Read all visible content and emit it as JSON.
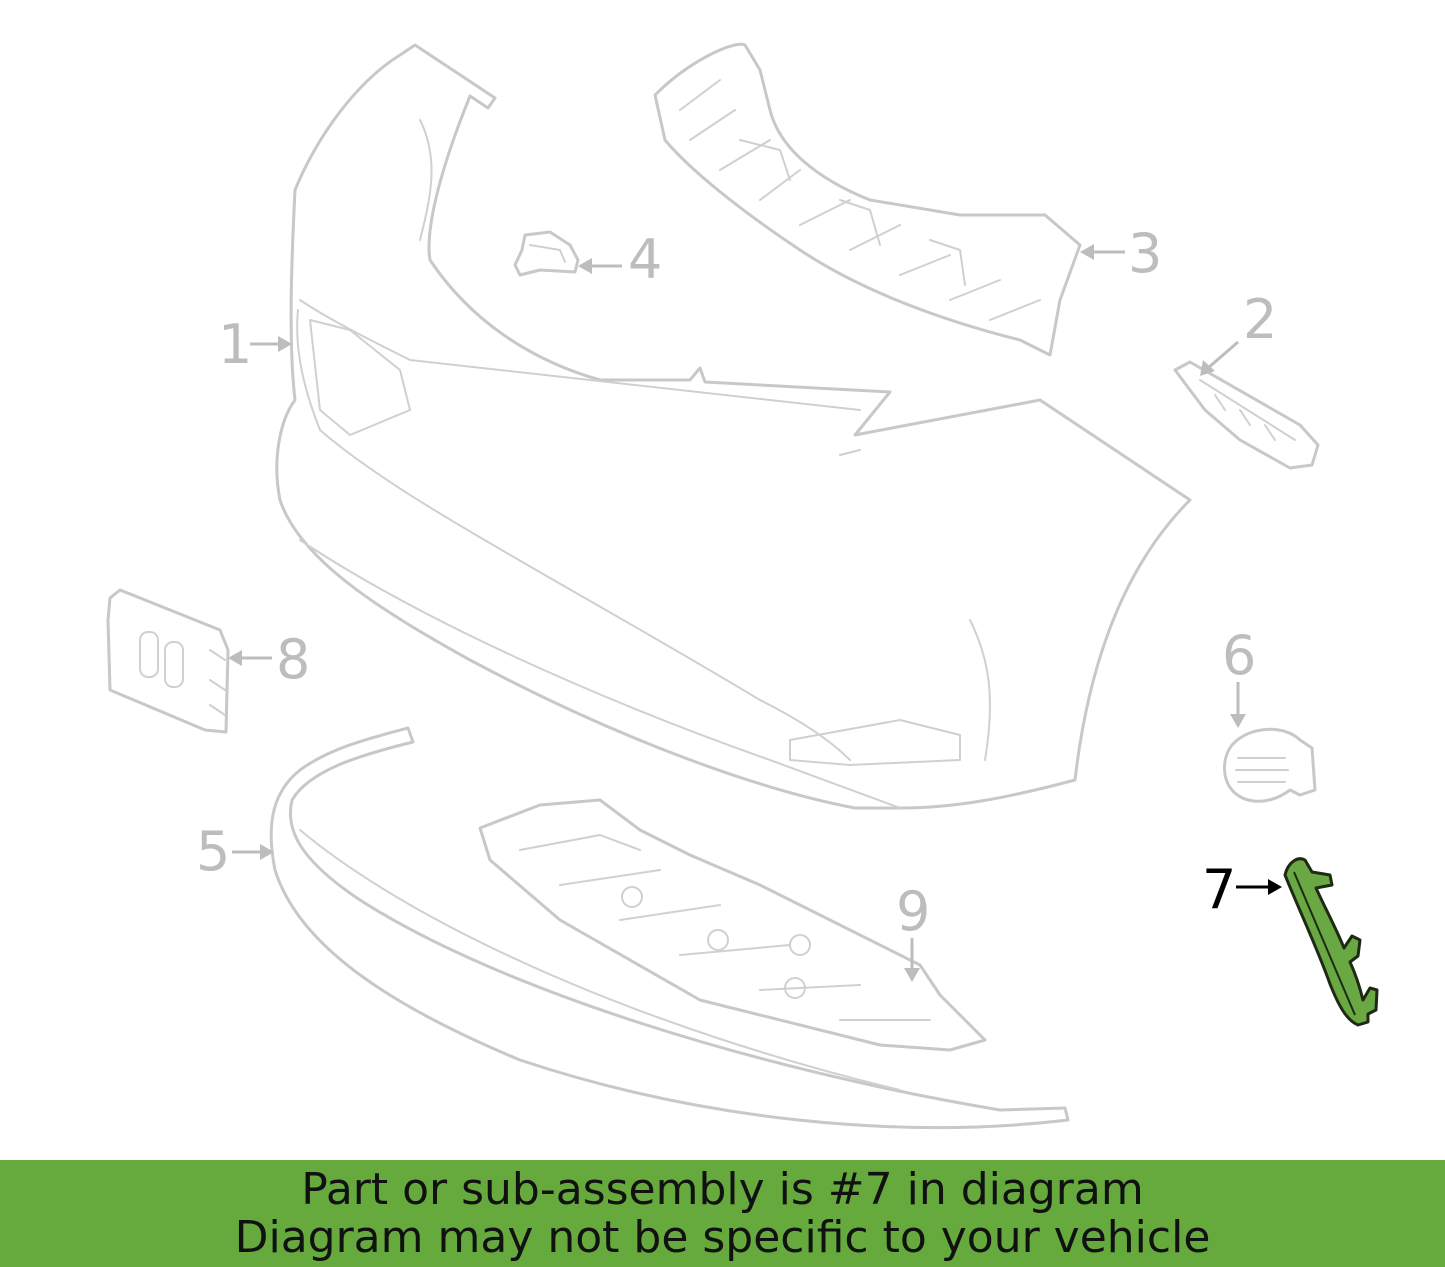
{
  "callouts": [
    {
      "id": "1",
      "label": "1"
    },
    {
      "id": "2",
      "label": "2"
    },
    {
      "id": "3",
      "label": "3"
    },
    {
      "id": "4",
      "label": "4"
    },
    {
      "id": "5",
      "label": "5"
    },
    {
      "id": "6",
      "label": "6"
    },
    {
      "id": "7",
      "label": "7",
      "highlighted": true
    },
    {
      "id": "8",
      "label": "8"
    },
    {
      "id": "9",
      "label": "9"
    }
  ],
  "footer": {
    "line1": "Part or sub-assembly is #7 in diagram",
    "line2": "Diagram may not be specific to your vehicle"
  },
  "colors": {
    "highlight": "#6aa843",
    "footer_bg": "#66aa3d",
    "outline": "#c8c8c8",
    "callout": "#bdbdbd"
  }
}
